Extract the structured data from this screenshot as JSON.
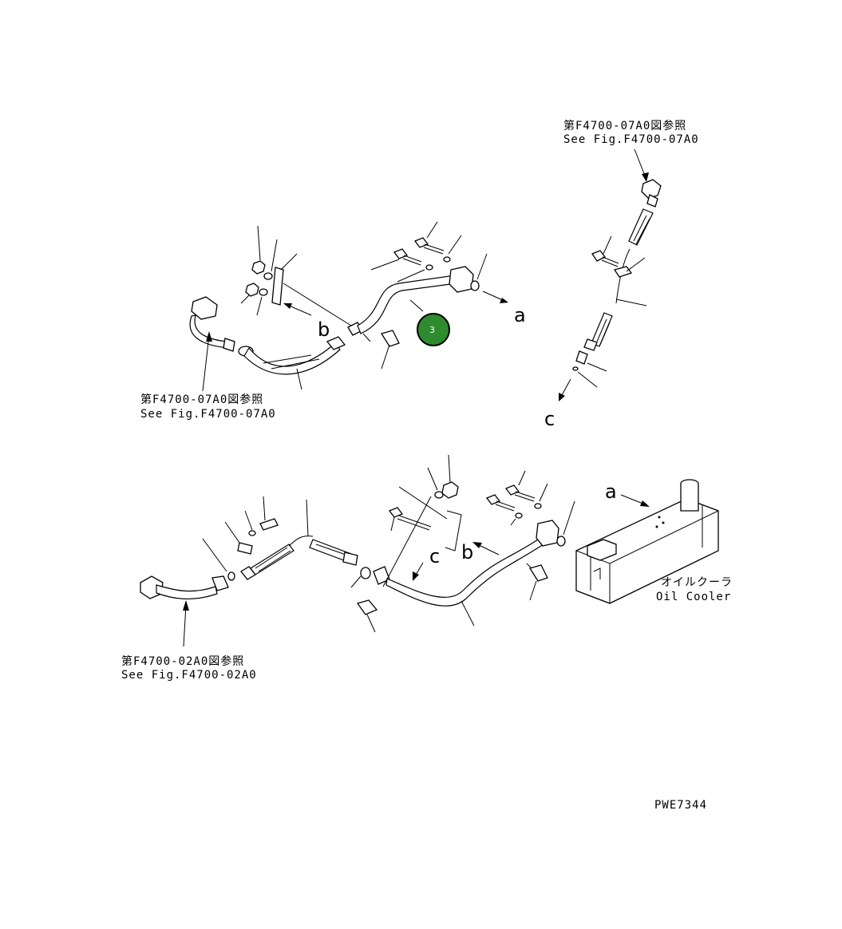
{
  "references": {
    "top_right_jp": "第F4700-07A0図参照",
    "top_right_en": "See Fig.F4700-07A0",
    "top_left_jp": "第F4700-07A0図参照",
    "top_left_en": "See Fig.F4700-07A0",
    "bottom_left_jp": "第F4700-02A0図参照",
    "bottom_left_en": "See Fig.F4700-02A0"
  },
  "markers": {
    "a_top": "a",
    "b_top": "b",
    "c_top": "c",
    "a_bottom": "a",
    "b_bottom": "b",
    "c_bottom": "c"
  },
  "oil_cooler": {
    "jp": "オイルクーラ",
    "en": "Oil Cooler"
  },
  "callout": {
    "number": "3",
    "color": "#2e8b2e"
  },
  "drawing_code": "PWE7344"
}
